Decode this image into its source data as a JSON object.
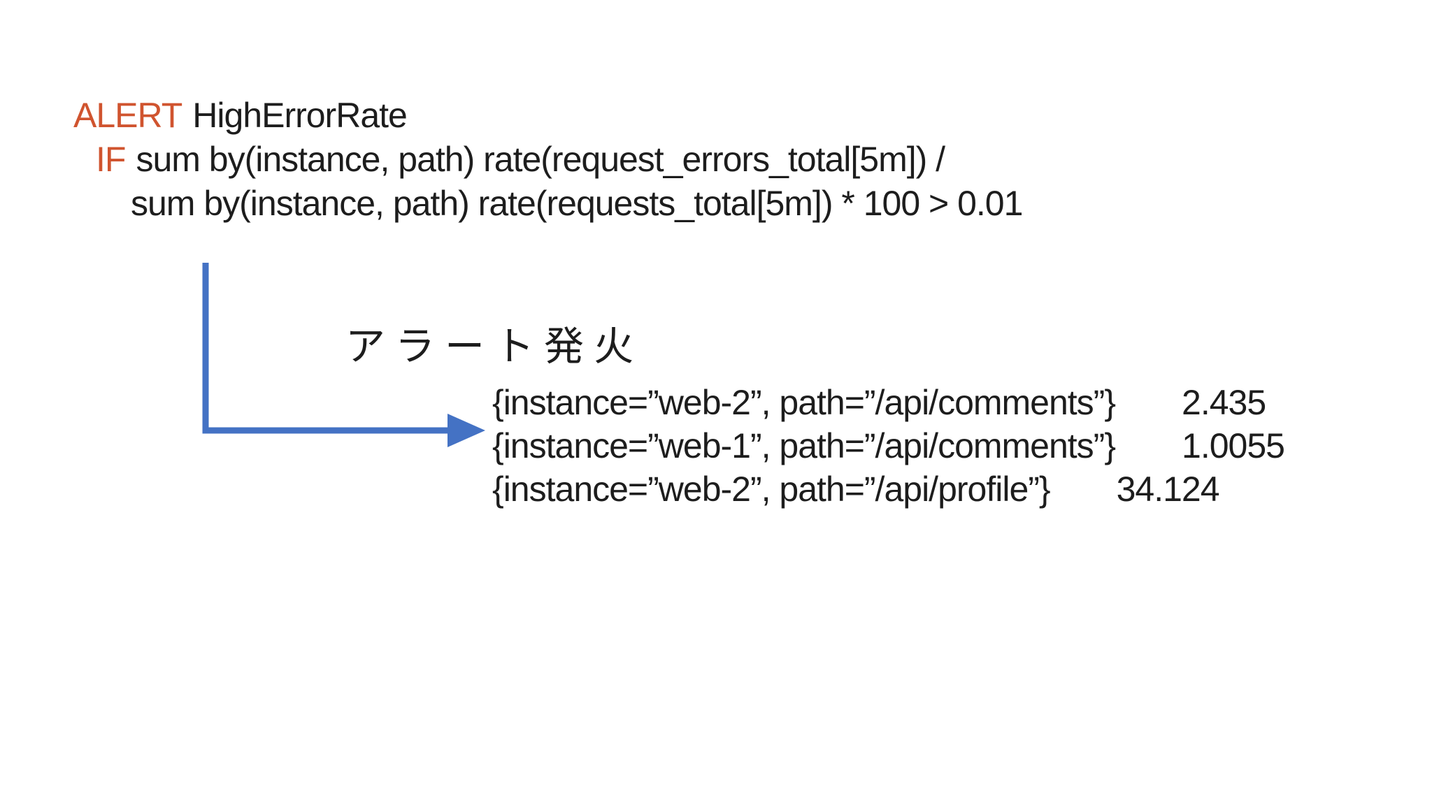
{
  "colors": {
    "background": "#ffffff",
    "text_dark": "#1d1d1d",
    "keyword_orange": "#d0542f",
    "arrow_blue": "#4472c4"
  },
  "alert_rule": {
    "line1_keyword": "ALERT",
    "line1_name": "HighErrorRate",
    "line2_keyword": "IF",
    "line2_expr": "sum by(instance, path) rate(request_errors_total[5m]) /",
    "line3_expr": "sum by(instance, path) rate(requests_total[5m]) * 100 > 0.01"
  },
  "annotation": {
    "label": "アラート発火"
  },
  "firing_series": [
    {
      "labels": "{instance=”web-2”, path=”/api/comments”}",
      "value": "2.435"
    },
    {
      "labels": "{instance=”web-1”, path=”/api/comments”}",
      "value": "1.0055"
    },
    {
      "labels": "{instance=”web-2”, path=”/api/profile”}",
      "value": "34.124"
    }
  ]
}
